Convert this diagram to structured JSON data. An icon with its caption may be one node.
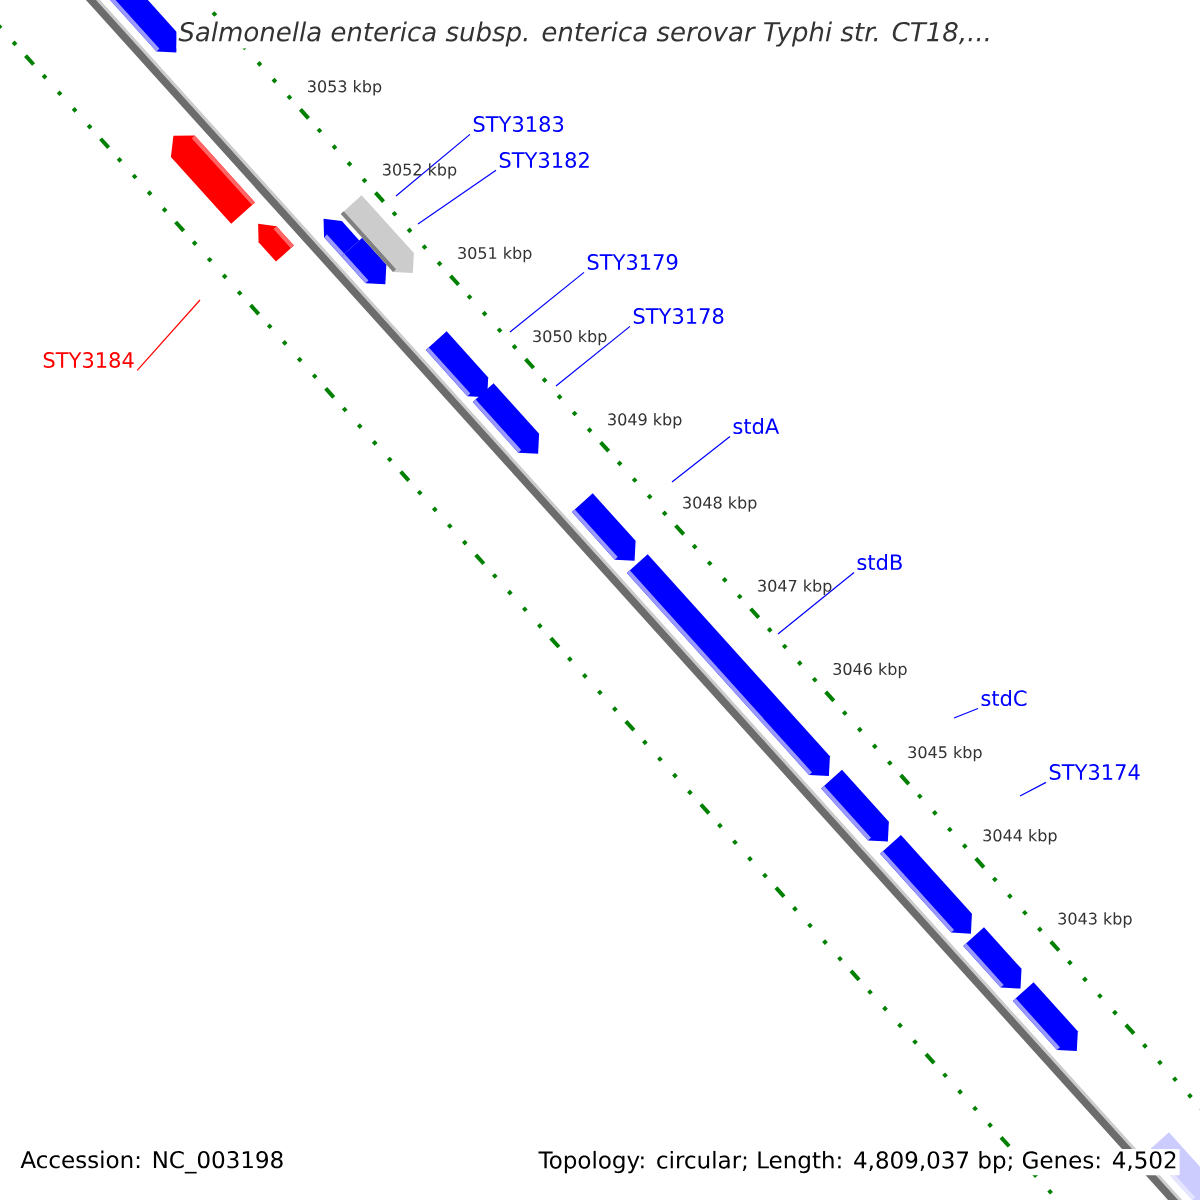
{
  "diagram": {
    "title": "Salmonella enterica subsp. enterica serovar Typhi str. CT18,...",
    "nodes": [
      {
        "text": [
          "STY3183"
        ]
      },
      {
        "text": [
          "STY3182"
        ]
      },
      {
        "text": [
          "STY3179"
        ]
      },
      {
        "text": [
          "STY3178"
        ]
      },
      {
        "text": [
          "stdA"
        ]
      },
      {
        "text": [
          "stdB"
        ]
      },
      {
        "text": [
          "stdC"
        ]
      },
      {
        "text": [
          "STY3174"
        ]
      },
      {
        "text": [
          "STY3184"
        ]
      }
    ],
    "edges": [
      {
        "from": 0,
        "to": null,
        "arrow": "none"
      },
      {
        "from": 1,
        "to": null,
        "arrow": "none"
      },
      {
        "from": 2,
        "to": null,
        "arrow": "none"
      },
      {
        "from": 3,
        "to": null,
        "arrow": "none"
      },
      {
        "from": 4,
        "to": null,
        "arrow": "none"
      },
      {
        "from": 5,
        "to": null,
        "arrow": "none"
      },
      {
        "from": 6,
        "to": null,
        "arrow": "none"
      },
      {
        "from": 7,
        "to": null,
        "arrow": "none"
      },
      {
        "from": 8,
        "to": null,
        "arrow": "none",
        "color": "#ff0000"
      }
    ],
    "labels": [
      "3053 kbp",
      "3052 kbp",
      "3051 kbp",
      "3050 kbp",
      "3049 kbp",
      "3048 kbp",
      "3047 kbp",
      "3046 kbp",
      "3045 kbp",
      "3044 kbp",
      "3043 kbp",
      "Accession: NC_003198",
      "Topology: circular; Length: 4,809,037 bp; Genes: 4,502"
    ]
  }
}
